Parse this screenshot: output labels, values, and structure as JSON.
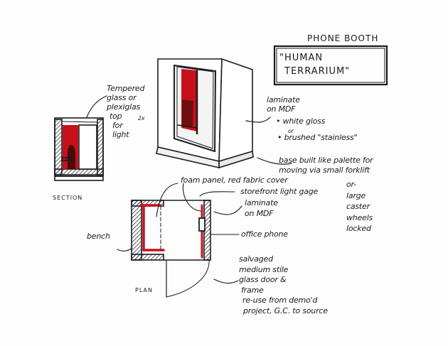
{
  "title": {
    "heading": "PHONE BOOTH",
    "name_line1": "\"HUMAN",
    "name_line2": "TERRARIUM\""
  },
  "notes": {
    "top_glass": [
      "Tempered",
      "glass or",
      "plexiglas",
      "top",
      "for",
      "light"
    ],
    "top_glass_qty": "2x",
    "laminate": [
      "laminate",
      "on MDF"
    ],
    "finish_1": "• white gloss",
    "finish_or": "or",
    "finish_2": "• brushed \"stainless\"",
    "base": [
      "base built like palette for",
      "moving via small forklift"
    ],
    "casters": [
      "or-",
      "large",
      "caster",
      "wheels",
      "locked"
    ],
    "foam": "foam panel, red fabric cover",
    "storefront": "storefront light gage",
    "plan_laminate": [
      "laminate",
      "on MDF"
    ],
    "phone": "office phone",
    "bench": "bench",
    "door": [
      "salvaged",
      "medium stile",
      "glass door &",
      "frame",
      "re-use from demo'd",
      "project, G.C. to source"
    ]
  },
  "labels": {
    "section": "SECTION",
    "plan": "PLAN"
  },
  "colors": {
    "ink": "#1b1b22",
    "red": "#c8101a",
    "gray": "#9a9ca3"
  }
}
